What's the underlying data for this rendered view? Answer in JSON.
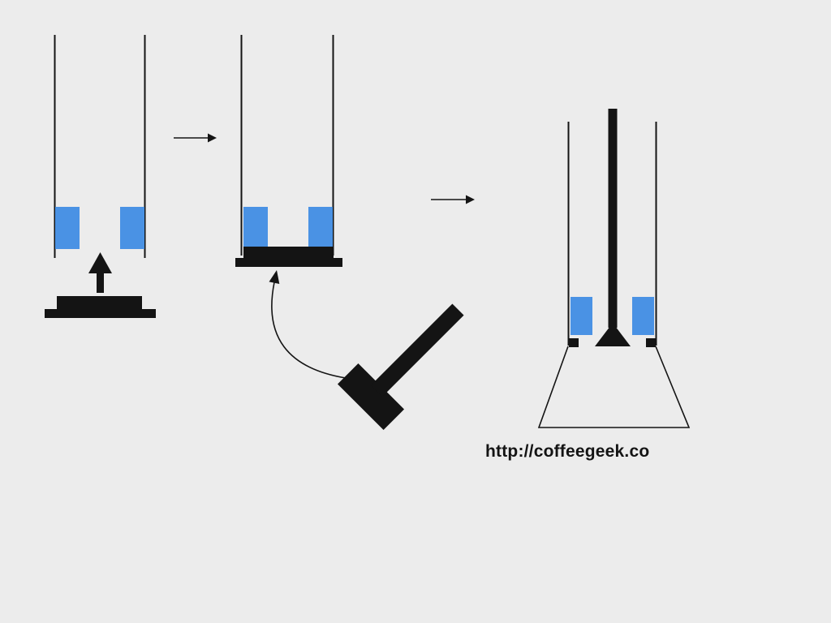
{
  "diagram": {
    "caption": "http://coffeegeek.co",
    "colors": {
      "ink": "#141414",
      "blue": "#4a92e4",
      "bg": "#ececec"
    },
    "icons": [
      "up-arrow-icon",
      "right-arrow-icon",
      "curved-arrow-icon",
      "hammer-icon"
    ],
    "steps": [
      "tube-with-plug-below",
      "tube-with-plug-seated",
      "assembled-tube-with-rod-and-funnel"
    ]
  }
}
